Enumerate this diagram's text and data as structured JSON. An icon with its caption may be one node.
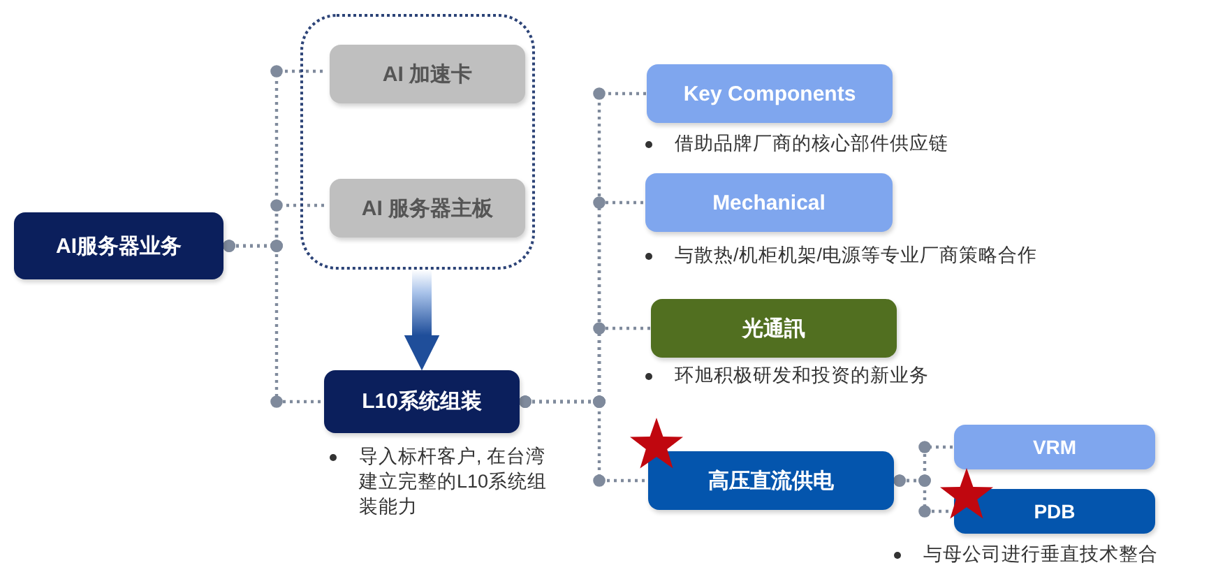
{
  "diagram": {
    "nodes": [
      {
        "text": [
          "AI服务器业务"
        ]
      },
      {
        "text": [],
        "shape": "box"
      },
      {
        "text": [
          "AI 加速卡"
        ],
        "in": 1
      },
      {
        "text": [
          "AI 服务器主板"
        ],
        "in": 1
      },
      {
        "text": [
          "L10系统组装"
        ],
        "beside": [
          "导入标杆客户, 在台湾建立完整的L10系统组装能力"
        ]
      },
      {
        "text": [
          "Key Components"
        ],
        "beside": [
          "借助品牌厂商的核心部件供应链"
        ]
      },
      {
        "text": [
          "Mechanical"
        ],
        "beside": [
          "与散热/机柜机架/电源等专业厂商策略合作"
        ]
      },
      {
        "text": [
          "光通訊"
        ],
        "beside": [
          "环旭积极研发和投资的新业务"
        ]
      },
      {
        "text": [
          "高压直流供电"
        ]
      },
      {
        "text": [
          "VRM"
        ]
      },
      {
        "text": [
          "PDB"
        ],
        "beside": [
          "与母公司进行垂直技术整合"
        ]
      }
    ],
    "edges": [
      {
        "from": 0,
        "to": 2,
        "arrow": "other"
      },
      {
        "from": 0,
        "to": 3,
        "arrow": "other"
      },
      {
        "from": 0,
        "to": 4,
        "arrow": "other"
      },
      {
        "from": 1,
        "to": 4,
        "arrow": "to",
        "style": "thick",
        "color": "#1f4e9a"
      },
      {
        "from": 4,
        "to": 5,
        "arrow": "other"
      },
      {
        "from": 4,
        "to": 6,
        "arrow": "other"
      },
      {
        "from": 4,
        "to": 7,
        "arrow": "other"
      },
      {
        "from": 4,
        "to": 8,
        "arrow": "other"
      },
      {
        "from": 8,
        "to": 9,
        "arrow": "other"
      },
      {
        "from": 8,
        "to": 10,
        "arrow": "other"
      }
    ]
  }
}
